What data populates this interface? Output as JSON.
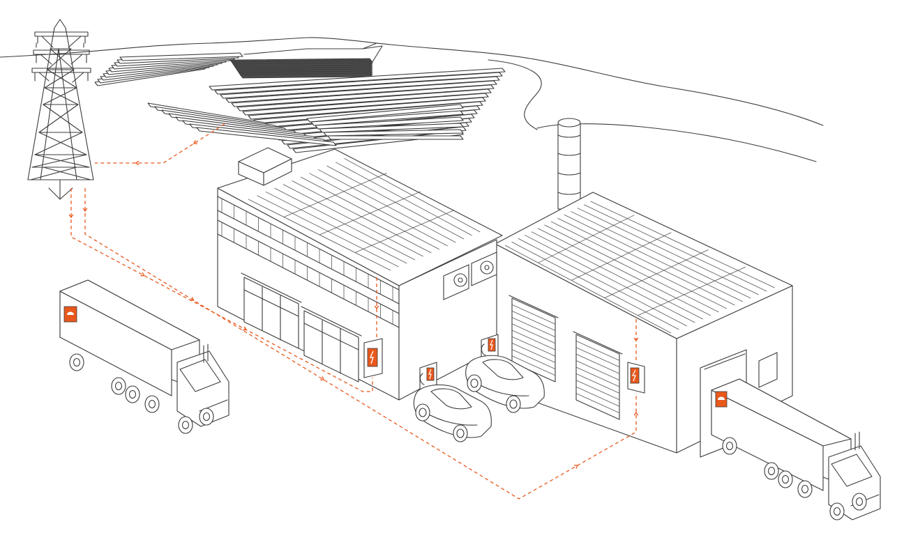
{
  "colors": {
    "line": "#3a3a3a",
    "accent": "#e8581c",
    "background": "#ffffff"
  },
  "icons": {
    "charger_symbol": "lightning-bolt-icon",
    "truck_panel_symbol": "cloud-icon",
    "flow_marker": "chevron-arrow-icon"
  },
  "elements": [
    "transmission-tower",
    "solar-farm",
    "chimney",
    "office-building",
    "warehouse",
    "electric-cars",
    "electric-trucks",
    "charging-stations",
    "energy-flow-lines"
  ]
}
